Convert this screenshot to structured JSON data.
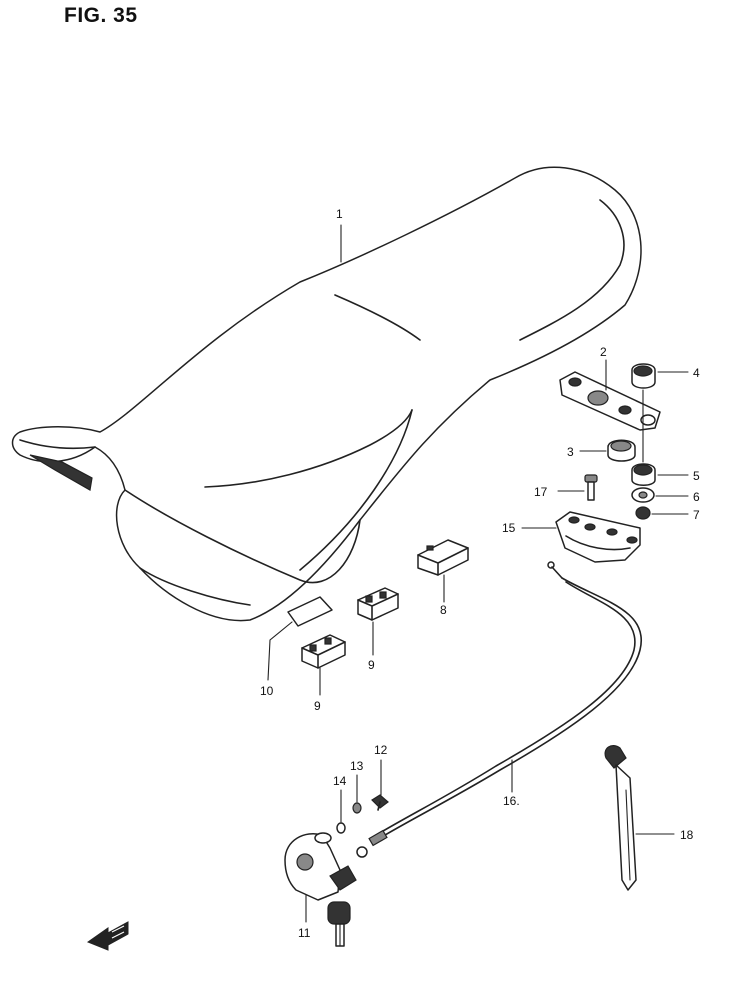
{
  "figure": {
    "title": "FIG. 35"
  },
  "callouts": {
    "c1": "1",
    "c2": "2",
    "c3": "3",
    "c4": "4",
    "c5": "5",
    "c6": "6",
    "c7": "7",
    "c8": "8",
    "c9a": "9",
    "c9b": "9",
    "c10": "10",
    "c11": "11",
    "c12": "12",
    "c13": "13",
    "c14": "14",
    "c15": "15",
    "c16": "16.",
    "c17": "17",
    "c18": "18"
  },
  "icons": {
    "front_arrow": "front-direction-arrow-icon"
  }
}
